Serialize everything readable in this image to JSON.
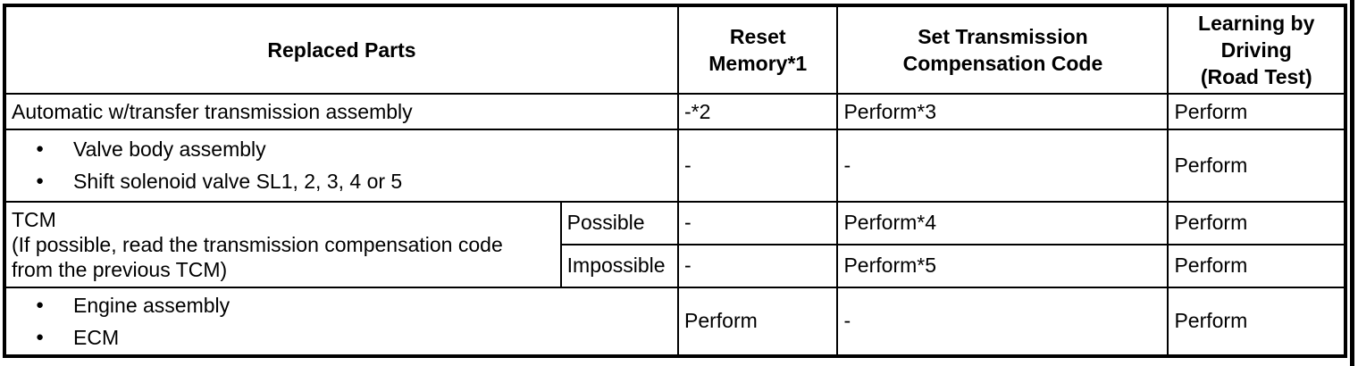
{
  "page": {
    "background": "#ffffff",
    "border_color": "#000000",
    "text_color": "#000000",
    "bullet_glyph": "●"
  },
  "table": {
    "header": {
      "replaced_parts": "Replaced Parts",
      "reset_memory_lines": [
        "Reset",
        "Memory*1"
      ],
      "set_compensation_lines": [
        "Set Transmission",
        "Compensation Code"
      ],
      "learning_lines": [
        "Learning by",
        "Driving",
        "(Road Test)"
      ]
    },
    "rows": {
      "automatic": {
        "part": "Automatic w/transfer transmission assembly",
        "reset_memory": "-*2",
        "set_code": "Perform*3",
        "learning": "Perform"
      },
      "valve_body": {
        "items": [
          "Valve body assembly",
          "Shift solenoid valve SL1, 2, 3, 4 or 5"
        ],
        "reset_memory": "-",
        "set_code": "-",
        "learning": "Perform"
      },
      "tcm": {
        "part_lines": [
          "TCM",
          "(If possible, read the transmission compensation code",
          "from the previous TCM)"
        ],
        "possible": {
          "label": "Possible",
          "reset_memory": "-",
          "set_code": "Perform*4",
          "learning": "Perform"
        },
        "impossible": {
          "label": "Impossible",
          "reset_memory": "-",
          "set_code": "Perform*5",
          "learning": "Perform"
        }
      },
      "engine_ecm": {
        "items": [
          "Engine assembly",
          "ECM"
        ],
        "reset_memory": "Perform",
        "set_code": "-",
        "learning": "Perform"
      }
    }
  }
}
